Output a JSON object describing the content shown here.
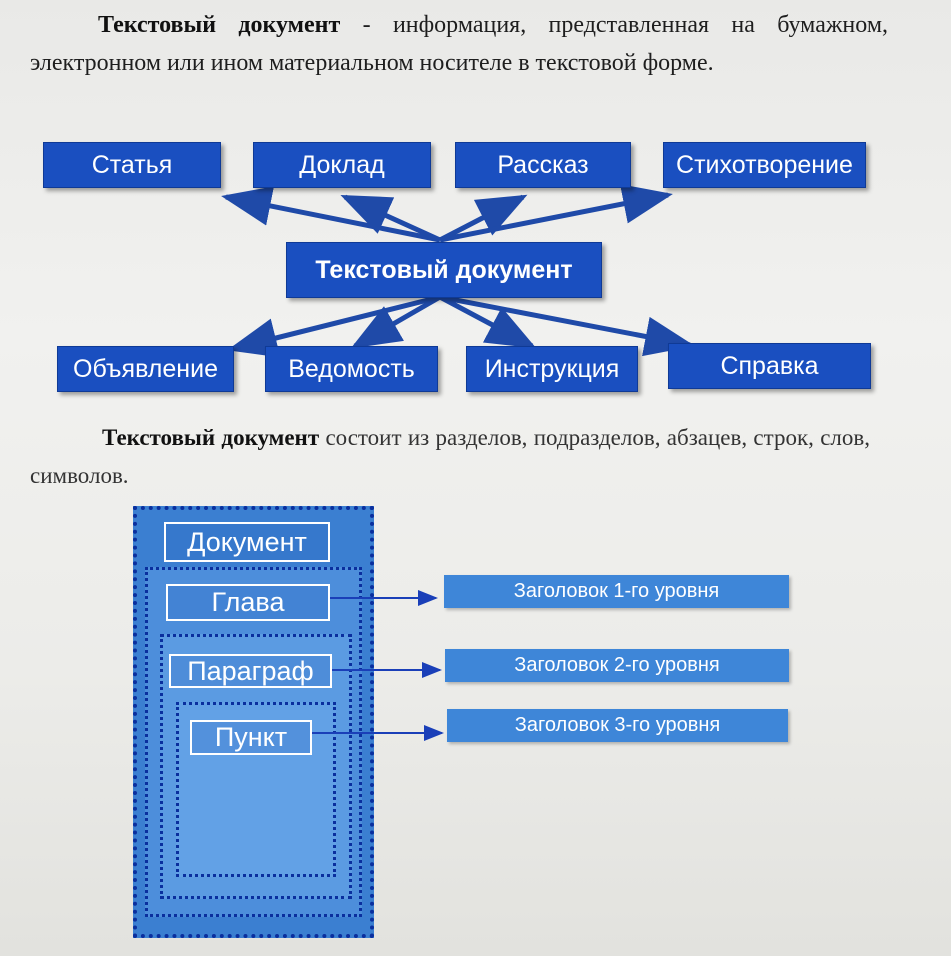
{
  "definition": {
    "term": "Текстовый документ",
    "text": " - информация, представленная на бумажном, электронном или ином материальном носителе в текстовой форме."
  },
  "diagram": {
    "center": "Текстовый документ",
    "top": [
      "Статья",
      "Доклад",
      "Рассказ",
      "Стихотворение"
    ],
    "bottom": [
      "Объявление",
      "Ведомость",
      "Инструкция",
      "Справка"
    ]
  },
  "structure_text": {
    "term": "Текстовый документ",
    "text": " состоит из разделов, подразделов, абзацев, строк, слов, символов."
  },
  "structure": {
    "levels": [
      "Документ",
      "Глава",
      "Параграф",
      "Пункт"
    ],
    "headings": [
      "Заголовок 1-го уровня",
      "Заголовок 2-го уровня",
      "Заголовок 3-го уровня"
    ]
  },
  "colors": {
    "box_blue": "#1a4fc0",
    "arrow_blue": "#1f4aa8",
    "nest_blue": "#3b7fd1"
  }
}
